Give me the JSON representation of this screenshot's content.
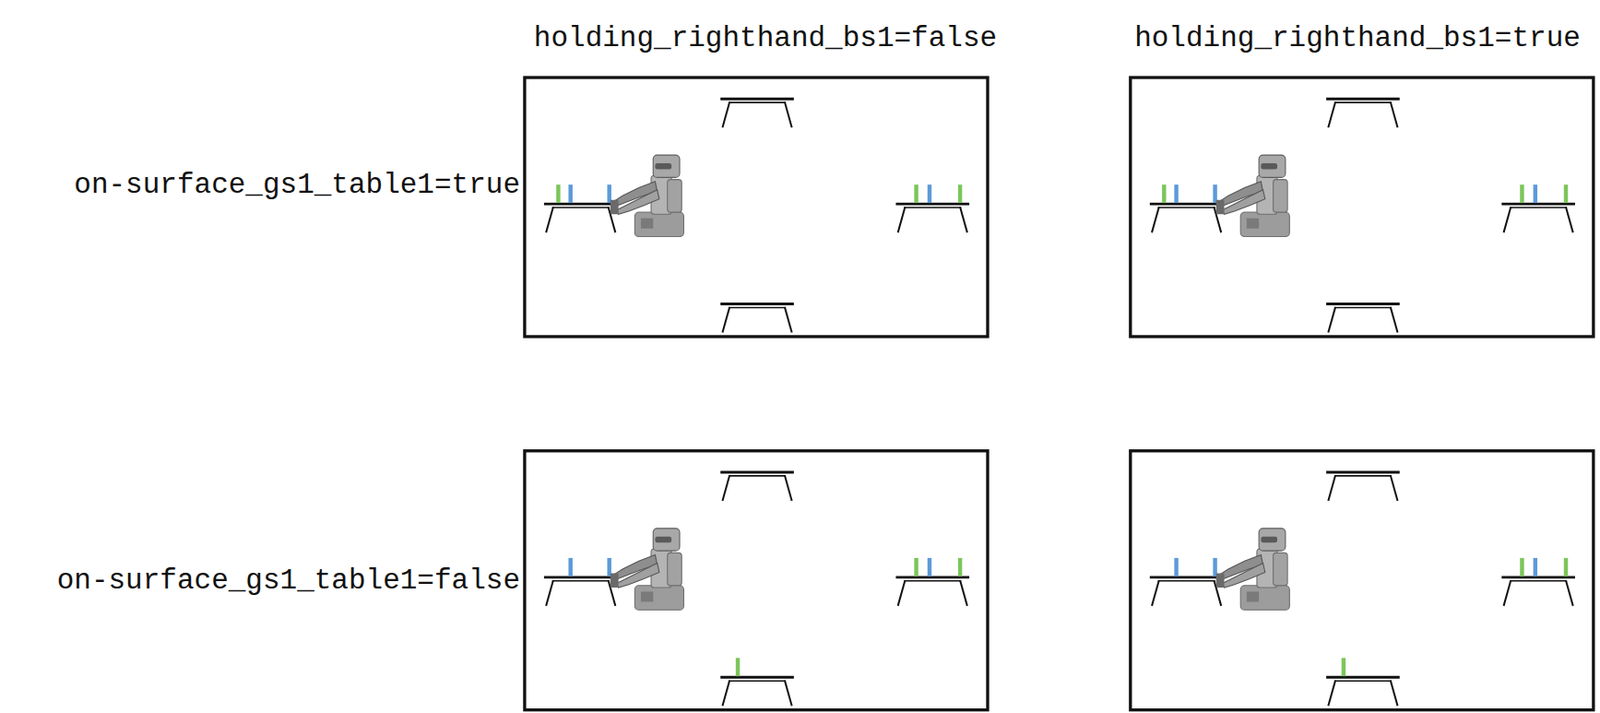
{
  "diagram": {
    "labels": [
      "holding_righthand_bs1=false",
      "holding_righthand_bs1=true",
      "on-surface_gs1_table1=true",
      "on-surface_gs1_table1=false"
    ]
  }
}
